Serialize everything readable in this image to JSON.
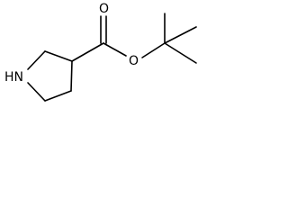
{
  "atoms": {
    "nitrogen_label": "HN",
    "carbonyl_oxygen_label": "O",
    "ester_oxygen_label": "O"
  },
  "colors": {
    "background": "#ffffff",
    "ink": "#000000"
  }
}
